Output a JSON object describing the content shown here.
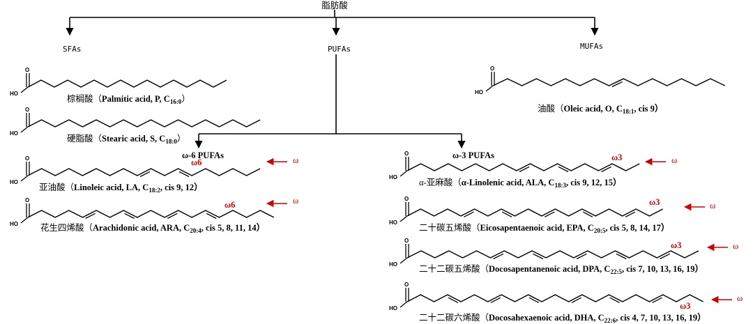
{
  "root": {
    "label": "脂肪酸"
  },
  "categories": {
    "sfa": "SFAs",
    "pufa": "PUFAs",
    "mufa": "MUFAs",
    "omega6": "ω-6 PUFAs",
    "omega3": "ω-3 PUFAs"
  },
  "atoms": {
    "oxygen": "O",
    "hydroxyl": "HO"
  },
  "omega_marks": {
    "symbol": "ω",
    "omega6": "ω6",
    "omega3": "ω3"
  },
  "colors": {
    "omega": "#d40000",
    "line": "#000000"
  },
  "acids": {
    "palmitic": {
      "cn": "棕榈酸（",
      "en": "Palmitic acid, P, C",
      "sub": "16:0",
      "tail": "）"
    },
    "stearic": {
      "cn": "硬脂酸（",
      "en": "Stearic acid, S, C",
      "sub": "18:0",
      "tail": "）"
    },
    "oleic": {
      "cn": "油酸（",
      "en": "Oleic acid, O, C",
      "sub": "18:1",
      "tail": ", cis 9）"
    },
    "linoleic": {
      "cn": "亚油酸（",
      "en": "Linoleic acid, LA, C",
      "sub": "18:2",
      "tail": ", cis 9, 12）"
    },
    "arachidonic": {
      "cn": "花生四烯酸（",
      "en": "Arachidonic acid, ARA, C",
      "sub": "20:4",
      "tail": ", cis 5, 8, 11, 14）"
    },
    "ala": {
      "cn": "α-亚麻酸（",
      "en": "α-Linolenic acid, ALA, C",
      "sub": "18:3",
      "tail": ", cis 9, 12, 15）"
    },
    "epa": {
      "cn": "二十碳五烯酸（",
      "en": "Eicosapentaenoic acid, EPA, C",
      "sub": "20:5",
      "tail": ", cis 5, 8, 14, 17）"
    },
    "dpa": {
      "cn": "二十二碳五烯酸（",
      "en": "Docosapentanenoic acid, DPA, C",
      "sub": "22:5",
      "tail": ", cis 7, 10, 13, 16, 19）"
    },
    "dha": {
      "cn": "二十二碳六烯酸（",
      "en": "Docosahexaenoic acid, DHA, C",
      "sub": "22:6",
      "tail": ", cis 4, 7, 10, 13, 16, 19）"
    }
  }
}
